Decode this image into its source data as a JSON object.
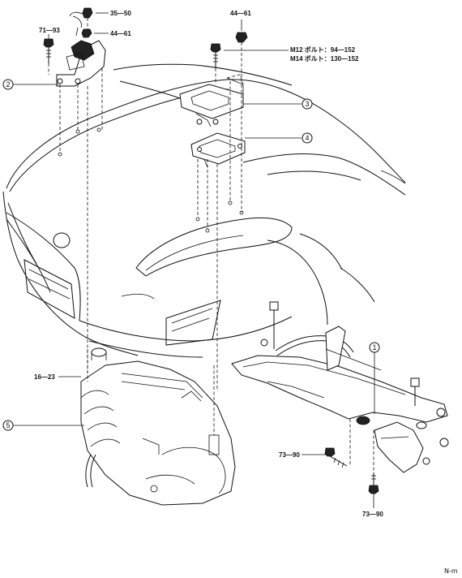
{
  "torque_labels": {
    "t_35_50": "35—50",
    "t_44_61_top": "44—61",
    "t_44_61_mount": "44—61",
    "t_71_93": "71—93",
    "m12": "M12 ボルト：94—152",
    "m14": "M14 ボルト：130—152",
    "t_16_23": "16—23",
    "t_73_90_left": "73—90",
    "t_73_90_bottom": "73—90"
  },
  "callouts": [
    "1",
    "2",
    "3",
    "4",
    "5"
  ],
  "corner_code": "N-m"
}
